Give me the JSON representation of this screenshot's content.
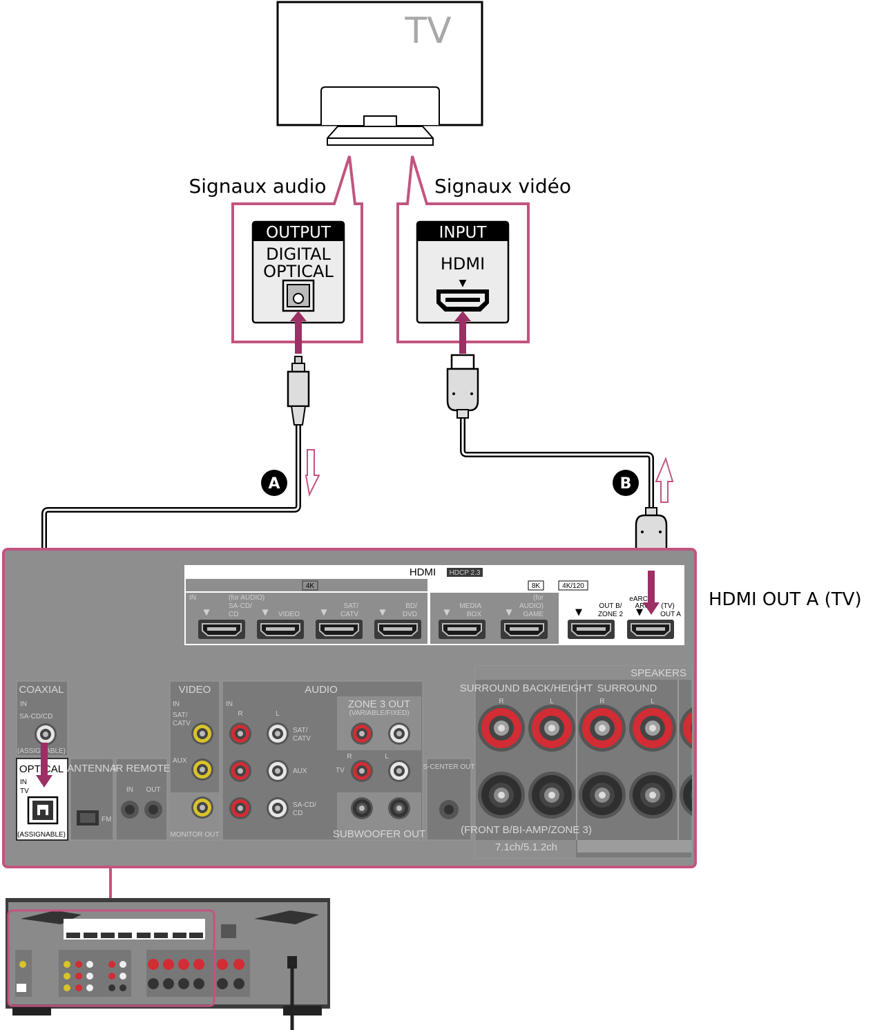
{
  "tv": {
    "label": "TV"
  },
  "callouts": {
    "audio_signal": "Signaux audio",
    "video_signal": "Signaux vidéo"
  },
  "tv_optical_port": {
    "header": "OUTPUT",
    "line1": "DIGITAL",
    "line2": "OPTICAL"
  },
  "tv_hdmi_port": {
    "header": "INPUT",
    "label": "HDMI",
    "arrow": "▼"
  },
  "cables": {
    "a_marker": "A",
    "b_marker": "B"
  },
  "receiver_label": "HDMI OUT A (TV)",
  "panel": {
    "hdmi_title": "HDMI",
    "hdcp": "HDCP 2.3",
    "band_4k": "4K",
    "band_8k": "8K",
    "band_4k120": "4K/120",
    "in_tag": "IN",
    "hdmi_inputs": [
      {
        "line1": "(for AUDIO)",
        "line2": "SA-CD/",
        "line3": "CD"
      },
      {
        "line1": "",
        "line2": "",
        "line3": "VIDEO"
      },
      {
        "line1": "",
        "line2": "SAT/",
        "line3": "CATV"
      },
      {
        "line1": "",
        "line2": "BD/",
        "line3": "DVD"
      },
      {
        "line1": "",
        "line2": "MEDIA",
        "line3": "BOX"
      },
      {
        "line1": "(for",
        "line2": "AUDIO)",
        "line3": "GAME"
      }
    ],
    "out_b": {
      "line1": "OUT B/",
      "line2": "ZONE 2"
    },
    "out_a": {
      "line1": "eARC/",
      "line2": "ARC",
      "line3": "(TV)",
      "line4": "OUT A"
    },
    "coaxial": "COAXIAL",
    "coaxial_dev": "SA-CD/CD",
    "assignable": "(ASSIGNABLE)",
    "optical": "OPTICAL",
    "optical_in": "IN",
    "optical_tv": "TV",
    "antenna": "ANTENNA",
    "fm": "FM",
    "ir_remote": "IR REMOTE",
    "ir_in": "IN",
    "ir_out": "OUT",
    "video": "VIDEO",
    "video_sat": "SAT/",
    "video_catv": "CATV",
    "video_aux": "AUX",
    "monitor_out": "MONITOR OUT",
    "audio": "AUDIO",
    "audio_r": "R",
    "audio_l": "L",
    "audio_sat": "SAT/",
    "audio_catv": "CATV",
    "audio_aux": "AUX",
    "audio_sacd": "SA-CD/",
    "audio_cd": "CD",
    "zone3": "ZONE 3 OUT",
    "zone3_sub": "(VARIABLE/FIXED)",
    "tv_tag": "TV",
    "subwoofer": "SUBWOOFER OUT",
    "s_center": "S-CENTER OUT",
    "speakers": "SPEAKERS",
    "surround_back": "SURROUND BACK/HEIGHT",
    "surround": "SURROUND",
    "front_b": "(FRONT B/BI-AMP/ZONE 3)",
    "ch_config": "7.1ch/5.1.2ch"
  },
  "colors": {
    "highlight": "#c2547f",
    "arrow": "#9c2f63",
    "panel": "#8e8e8e",
    "panel_dark": "#7a7a7a",
    "rca_red": "#d22c34",
    "rca_yellow": "#d8c32b"
  }
}
